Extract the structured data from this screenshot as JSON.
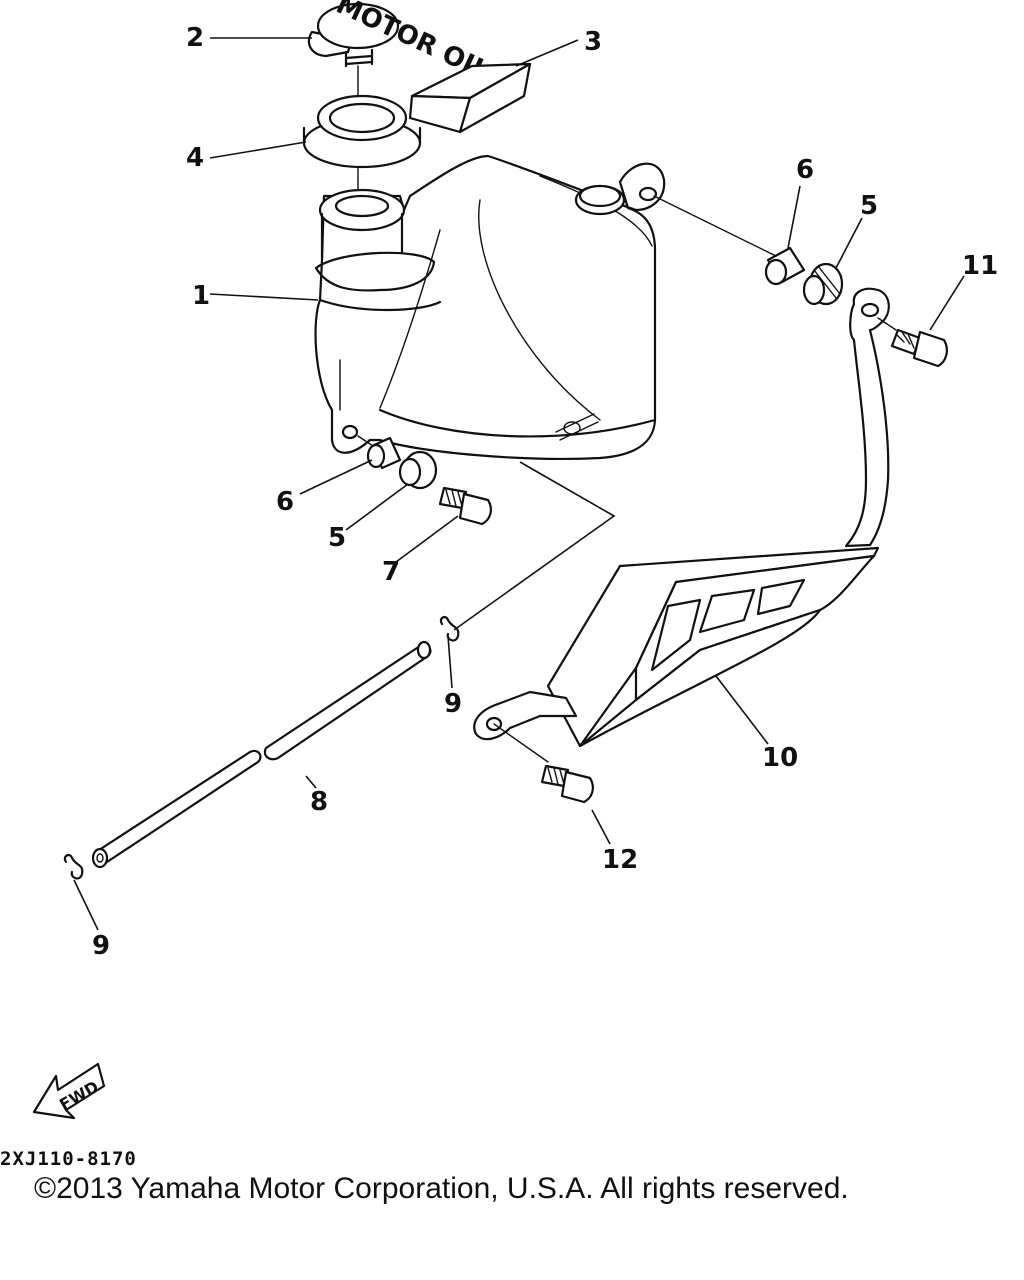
{
  "callouts": [
    "1",
    "2",
    "3",
    "4",
    "5",
    "6",
    "7",
    "8",
    "9",
    "10",
    "11",
    "12"
  ],
  "cap_text": "MOTOR OIL",
  "fwd_label": "FWD",
  "diagram_code": "2XJ110-8170",
  "copyright": "©2013 Yamaha Motor Corporation, U.S.A. All rights reserved."
}
